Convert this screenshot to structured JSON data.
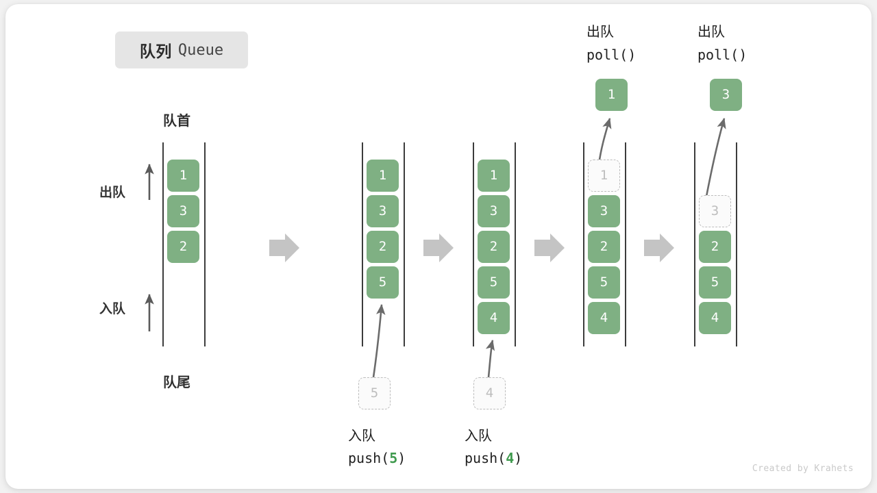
{
  "title": {
    "cn": "队列",
    "en": "Queue"
  },
  "labels": {
    "front": "队首",
    "rear": "队尾",
    "dequeue_side": "出队",
    "enqueue_side": "入队"
  },
  "credit": "Created by Krahets",
  "colors": {
    "cell_fill": "#7fb083",
    "cell_text": "#ffffff",
    "ghost_border": "#bdbdbd",
    "ghost_text": "#bdbdbd",
    "rail": "#3c3c3c",
    "flow_arrow": "#c4c4c4",
    "accent_num": "#3f9a4e",
    "badge_bg": "#e5e5e5"
  },
  "operations": [
    {
      "id": "push-5",
      "cn": "入队",
      "code_prefix": "push(",
      "code_num": "5",
      "code_suffix": ")"
    },
    {
      "id": "push-4",
      "cn": "入队",
      "code_prefix": "push(",
      "code_num": "4",
      "code_suffix": ")"
    },
    {
      "id": "poll-1",
      "cn": "出队",
      "code": "poll()"
    },
    {
      "id": "poll-2",
      "cn": "出队",
      "code": "poll()"
    }
  ],
  "popped": [
    {
      "id": "popped-1",
      "value": "1"
    },
    {
      "id": "popped-3",
      "value": "3"
    }
  ],
  "columns": [
    {
      "id": "col-initial",
      "cells": [
        {
          "value": "1",
          "state": "filled"
        },
        {
          "value": "3",
          "state": "filled"
        },
        {
          "value": "2",
          "state": "filled"
        }
      ]
    },
    {
      "id": "col-after-push-5",
      "cells": [
        {
          "value": "1",
          "state": "filled"
        },
        {
          "value": "3",
          "state": "filled"
        },
        {
          "value": "2",
          "state": "filled"
        },
        {
          "value": "5",
          "state": "filled"
        }
      ]
    },
    {
      "id": "col-after-push-4",
      "cells": [
        {
          "value": "1",
          "state": "filled"
        },
        {
          "value": "3",
          "state": "filled"
        },
        {
          "value": "2",
          "state": "filled"
        },
        {
          "value": "5",
          "state": "filled"
        },
        {
          "value": "4",
          "state": "filled"
        }
      ]
    },
    {
      "id": "col-after-poll-1",
      "cells": [
        {
          "value": "1",
          "state": "ghost"
        },
        {
          "value": "3",
          "state": "filled"
        },
        {
          "value": "2",
          "state": "filled"
        },
        {
          "value": "5",
          "state": "filled"
        },
        {
          "value": "4",
          "state": "filled"
        }
      ]
    },
    {
      "id": "col-after-poll-2",
      "cells": [
        {
          "value": "3",
          "state": "ghost"
        },
        {
          "value": "2",
          "state": "filled"
        },
        {
          "value": "5",
          "state": "filled"
        },
        {
          "value": "4",
          "state": "filled"
        }
      ]
    }
  ],
  "incoming": [
    {
      "id": "incoming-5",
      "value": "5"
    },
    {
      "id": "incoming-4",
      "value": "4"
    }
  ]
}
